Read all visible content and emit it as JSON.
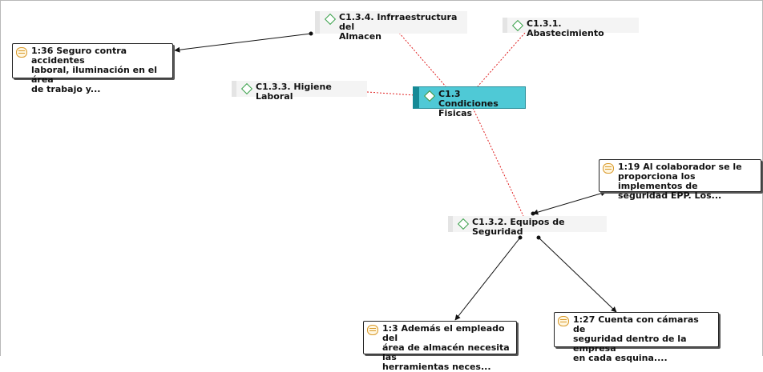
{
  "colors": {
    "main_node": "#4fc9d6",
    "code_diamond": "#3aa04a",
    "quote_icon": "#d99a2b",
    "dotted_link": "#e02020",
    "arrow_link": "#111111"
  },
  "nodes": {
    "main": {
      "label_line1": "C1.3 Condiciones",
      "label_line2": "Fisicas",
      "icon": "code-diamond-icon"
    },
    "c134": {
      "label_line1": "C1.3.4. Infrraestructura del",
      "label_line2": "Almacen",
      "icon": "code-diamond-icon"
    },
    "c131": {
      "label": "C1.3.1. Abastecimiento",
      "icon": "code-diamond-icon"
    },
    "c133": {
      "label": "C1.3.3. Higiene Laboral",
      "icon": "code-diamond-icon"
    },
    "c132": {
      "label": "C1.3.2. Equipos de Seguridad",
      "icon": "code-diamond-icon"
    }
  },
  "quotes": {
    "q136": {
      "line1": "1:36 Seguro contra accidentes",
      "line2": "laboral, iluminación en el área",
      "line3": "de trabajo y...",
      "icon": "quotation-icon"
    },
    "q119": {
      "line1": "1:19 Al colaborador se le",
      "line2": "proporciona los implementos de",
      "line3": "seguridad EPP. Los...",
      "icon": "quotation-icon"
    },
    "q13": {
      "line1": "1:3 Además el empleado del",
      "line2": "área de almacén necesita las",
      "line3": "herramientas neces...",
      "icon": "quotation-icon"
    },
    "q127": {
      "line1": "1:27 Cuenta con cámaras de",
      "line2": "seguridad dentro de la empresa",
      "line3": "en cada esquina....",
      "icon": "quotation-icon"
    }
  }
}
